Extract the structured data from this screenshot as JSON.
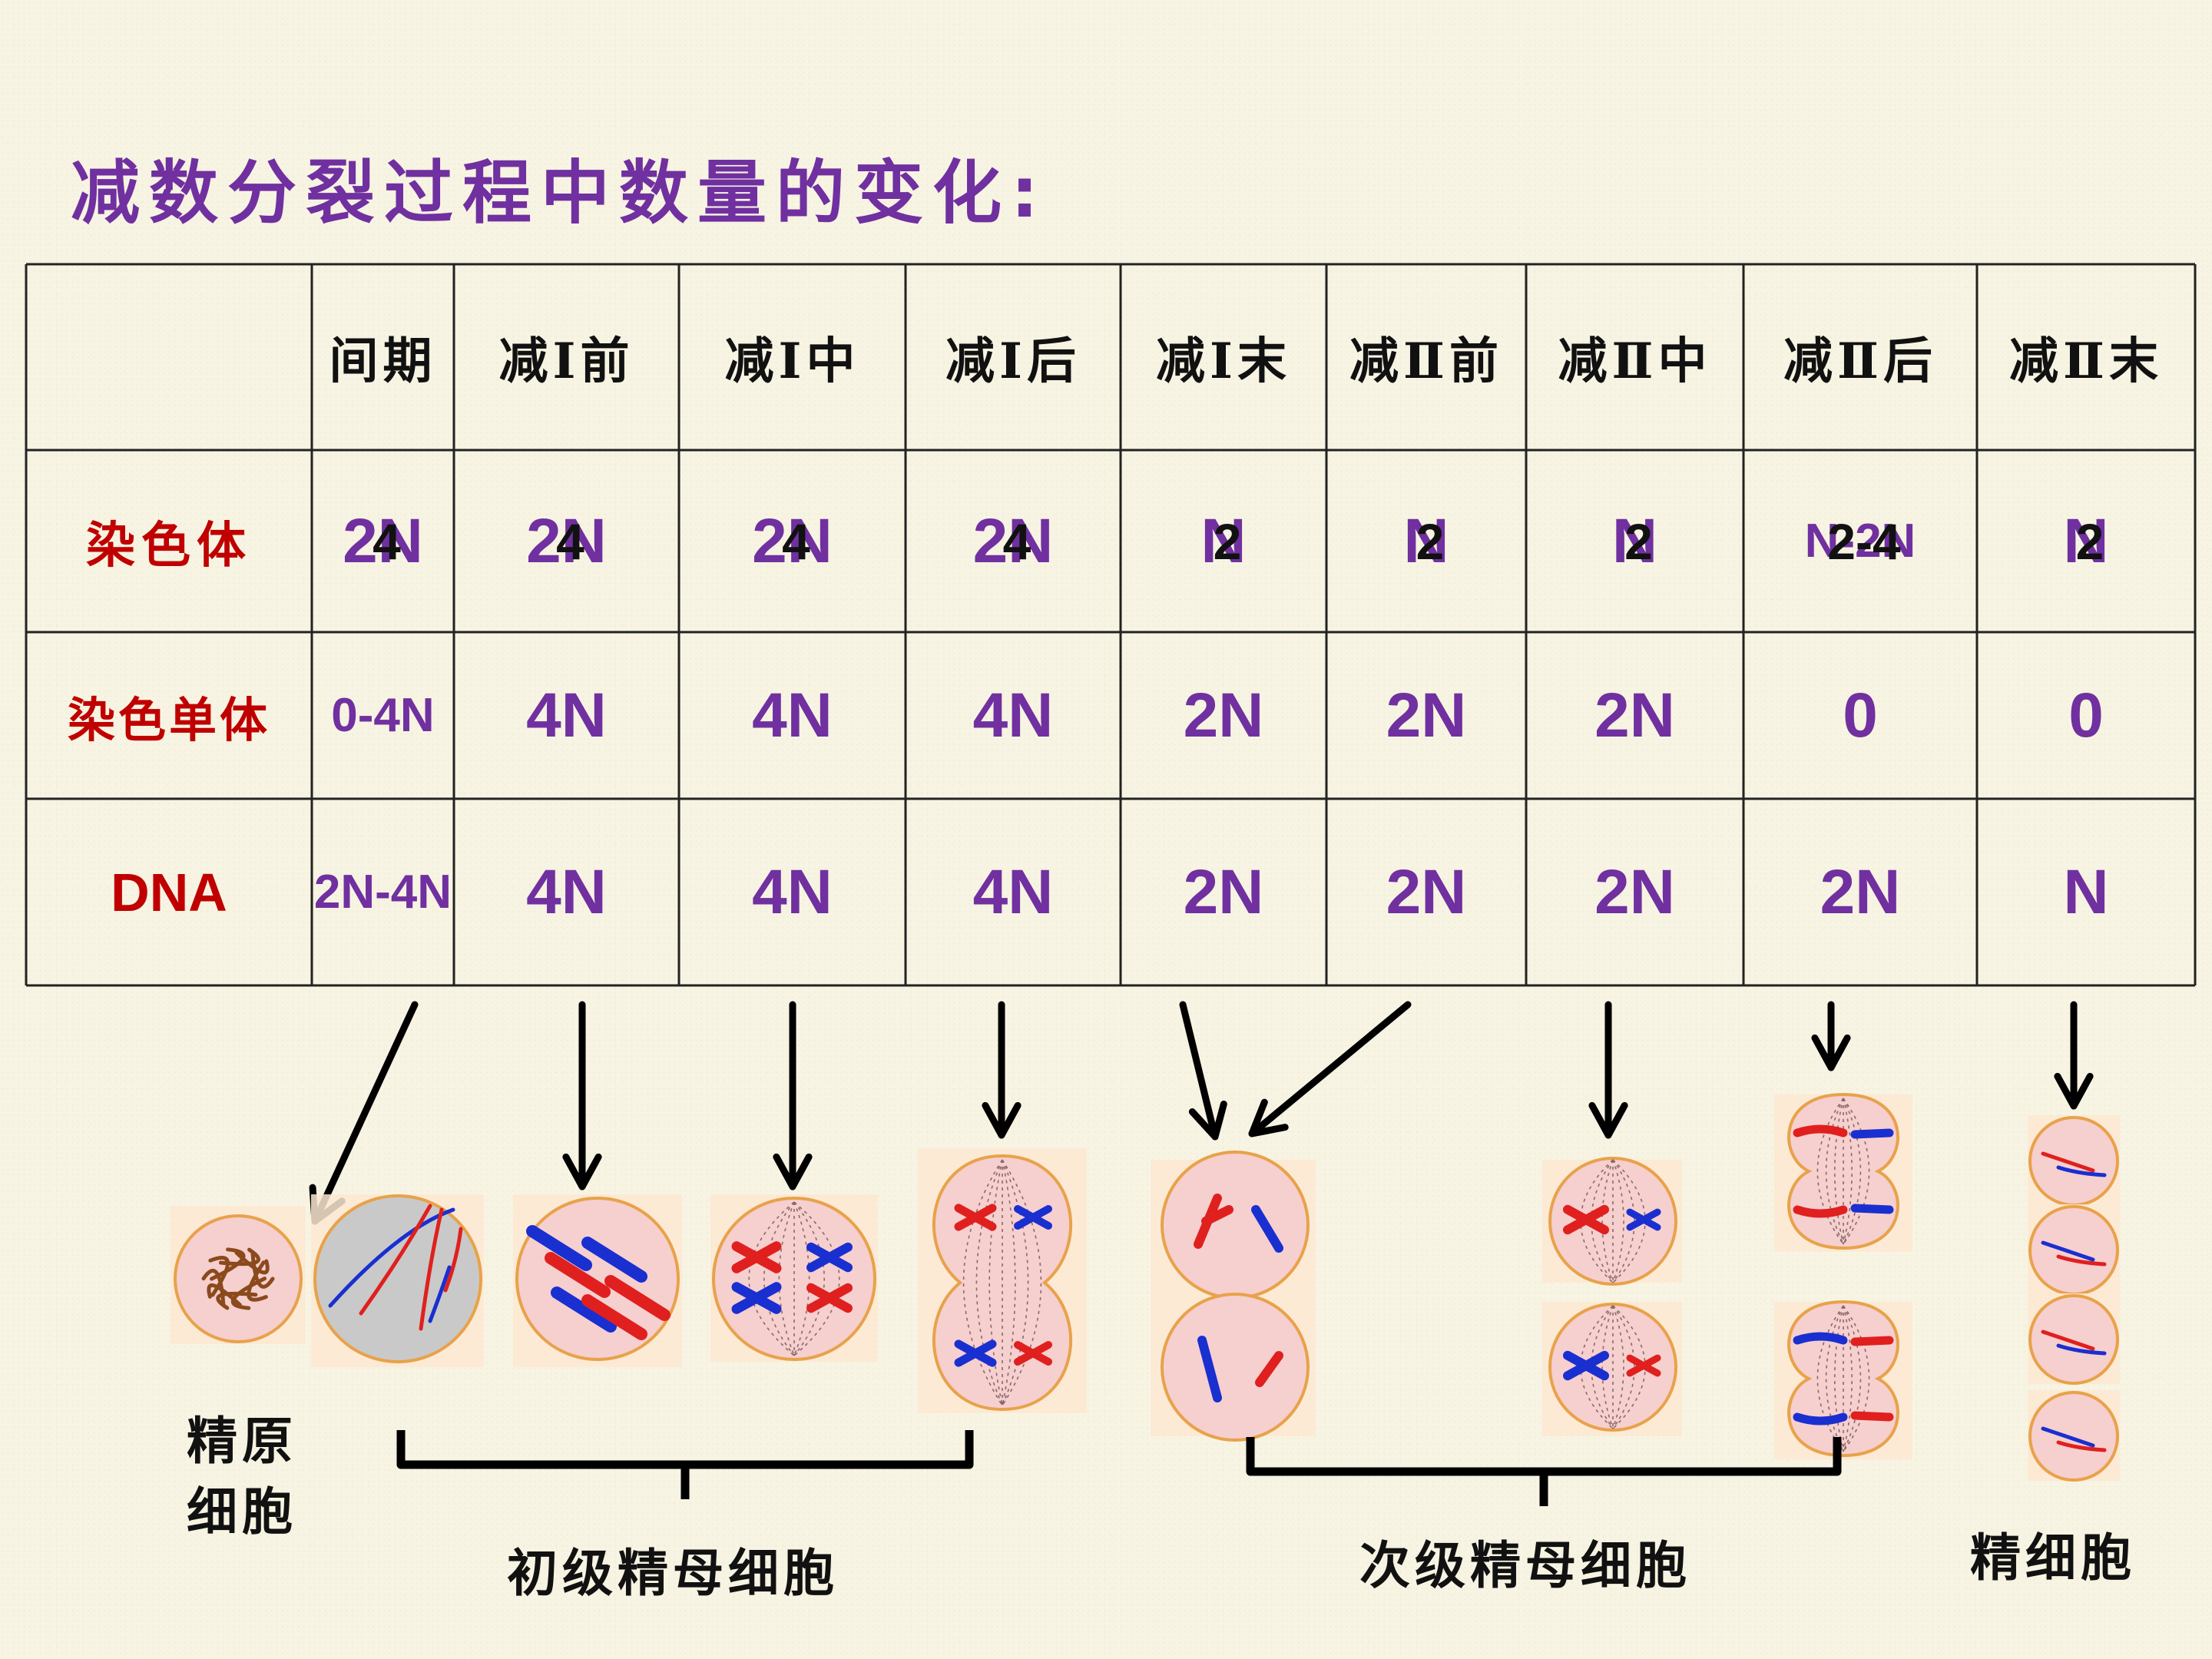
{
  "title": "减数分裂过程中数量的变化:",
  "table": {
    "headers": [
      "间期",
      "减Ⅰ前",
      "减Ⅰ中",
      "减Ⅰ后",
      "减Ⅰ末",
      "减Ⅱ前",
      "减Ⅱ中",
      "减Ⅱ后",
      "减Ⅱ末"
    ],
    "rows": [
      {
        "label": "染色体",
        "values": [
          "2N",
          "2N",
          "2N",
          "2N",
          "N",
          "N",
          "N",
          "N-2N",
          "N"
        ]
      },
      {
        "label": "染色单体",
        "values": [
          "0-4N",
          "4N",
          "4N",
          "4N",
          "2N",
          "2N",
          "2N",
          "0",
          "0"
        ]
      },
      {
        "label": "DNA",
        "values": [
          "2N-4N",
          "4N",
          "4N",
          "4N",
          "2N",
          "2N",
          "2N",
          "2N",
          "N"
        ]
      }
    ],
    "overlay_chromosome_counts": [
      "4",
      "4",
      "4",
      "4",
      "2",
      "2",
      "2",
      "2-4",
      "2"
    ]
  },
  "captions": {
    "spermatogonium": "精原\n细胞",
    "primary": "初级精母细胞",
    "secondary": "次级精母细胞",
    "spermatid": "精细胞"
  },
  "colors": {
    "title": "#7030a0",
    "value": "#7030a0",
    "row_label": "#c00000",
    "chrom_red": "#e0201e",
    "chrom_blue": "#1a2fd0",
    "cell_fill": "#f6cfcf",
    "cell_border": "#e8a24a"
  }
}
